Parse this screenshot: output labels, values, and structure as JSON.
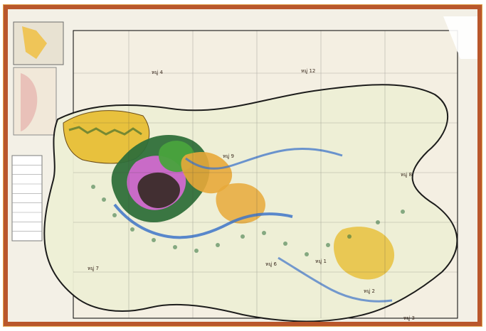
{
  "map": {
    "village_labels": [
      {
        "id": "v1",
        "text": "หมู่ 4"
      },
      {
        "id": "v2",
        "text": "หมู่ 12"
      },
      {
        "id": "v3",
        "text": "หมู่ 9"
      },
      {
        "id": "v4",
        "text": "หมู่ 6"
      },
      {
        "id": "v5",
        "text": "หมู่ 1"
      },
      {
        "id": "v6",
        "text": "หมู่ 7"
      },
      {
        "id": "v7",
        "text": "หมู่ 8"
      },
      {
        "id": "v8",
        "text": "หมู่ 2"
      },
      {
        "id": "v9",
        "text": "หมู่ 3"
      }
    ],
    "legend_rows": 9,
    "colors": {
      "background": "#f3f0e6",
      "forest": "#2f6f3a",
      "agriculture": "#e8a93a",
      "yellow_zone": "#e8c13d",
      "water": "#3d74c9",
      "pink": "#d96ad6",
      "dark": "#3b2c2a",
      "paper_edge": "#b9572c"
    }
  }
}
